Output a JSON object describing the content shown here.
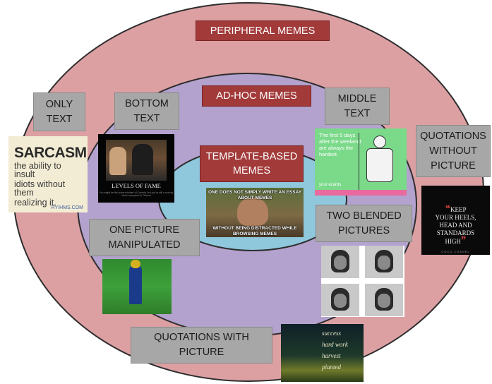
{
  "diagram": {
    "rings": [
      {
        "name": "peripheral",
        "fill": "#dca0a3",
        "stroke": "#2d2d2d"
      },
      {
        "name": "ad-hoc",
        "fill": "#b3a2cd",
        "stroke": "#2d2d2d"
      },
      {
        "name": "template-based",
        "fill": "#8fc7dc",
        "stroke": "#2d2d2d"
      }
    ],
    "ring_titles": {
      "peripheral": "PERIPHERAL MEMES",
      "adhoc": "AD-HOC MEMES",
      "template_l1": "TEMPLATE-BASED",
      "template_l2": "MEMES"
    },
    "categories": {
      "only_text": [
        "ONLY",
        "TEXT"
      ],
      "bottom_text": [
        "BOTTOM",
        "TEXT"
      ],
      "middle_text": [
        "MIDDLE",
        "TEXT"
      ],
      "quotations_without": [
        "QUOTATIONS",
        "WITHOUT",
        "PICTURE"
      ],
      "one_picture": [
        "ONE PICTURE",
        "MANIPULATED"
      ],
      "two_blended": [
        "TWO BLENDED",
        "PICTURES"
      ],
      "quotations_with": [
        "QUOTATIONS WITH",
        "PICTURE"
      ]
    },
    "images": {
      "sarcasm": {
        "heading": "SARCASM:",
        "lines": [
          "the ability to insult",
          "idiots without them",
          "realizing it."
        ],
        "logo": "RYIHMS.COM"
      },
      "fame": {
        "caption": "LEVELS OF FAME",
        "sub": "You might be the prime minister of Canada, but you're still a nobody when compared to Obama"
      },
      "one_does_not": {
        "top": "ONE DOES NOT SIMPLY WRITE AN ESSAY ABOUT MEMES",
        "bottom": "WITHOUT BEING DISTRACTED WHILE BROWSING MEMES"
      },
      "ecard": {
        "text": "The first 5 days after the weekend are always the hardest.",
        "logo": "your ecards"
      },
      "heels": {
        "quote": [
          "KEEP",
          "YOUR HEELS,",
          "HEAD AND",
          "STANDARDS",
          "HIGH"
        ],
        "author": "COCO CHANEL"
      },
      "success": {
        "words": [
          "success",
          "hard work",
          "harvest",
          "planted"
        ]
      }
    }
  }
}
